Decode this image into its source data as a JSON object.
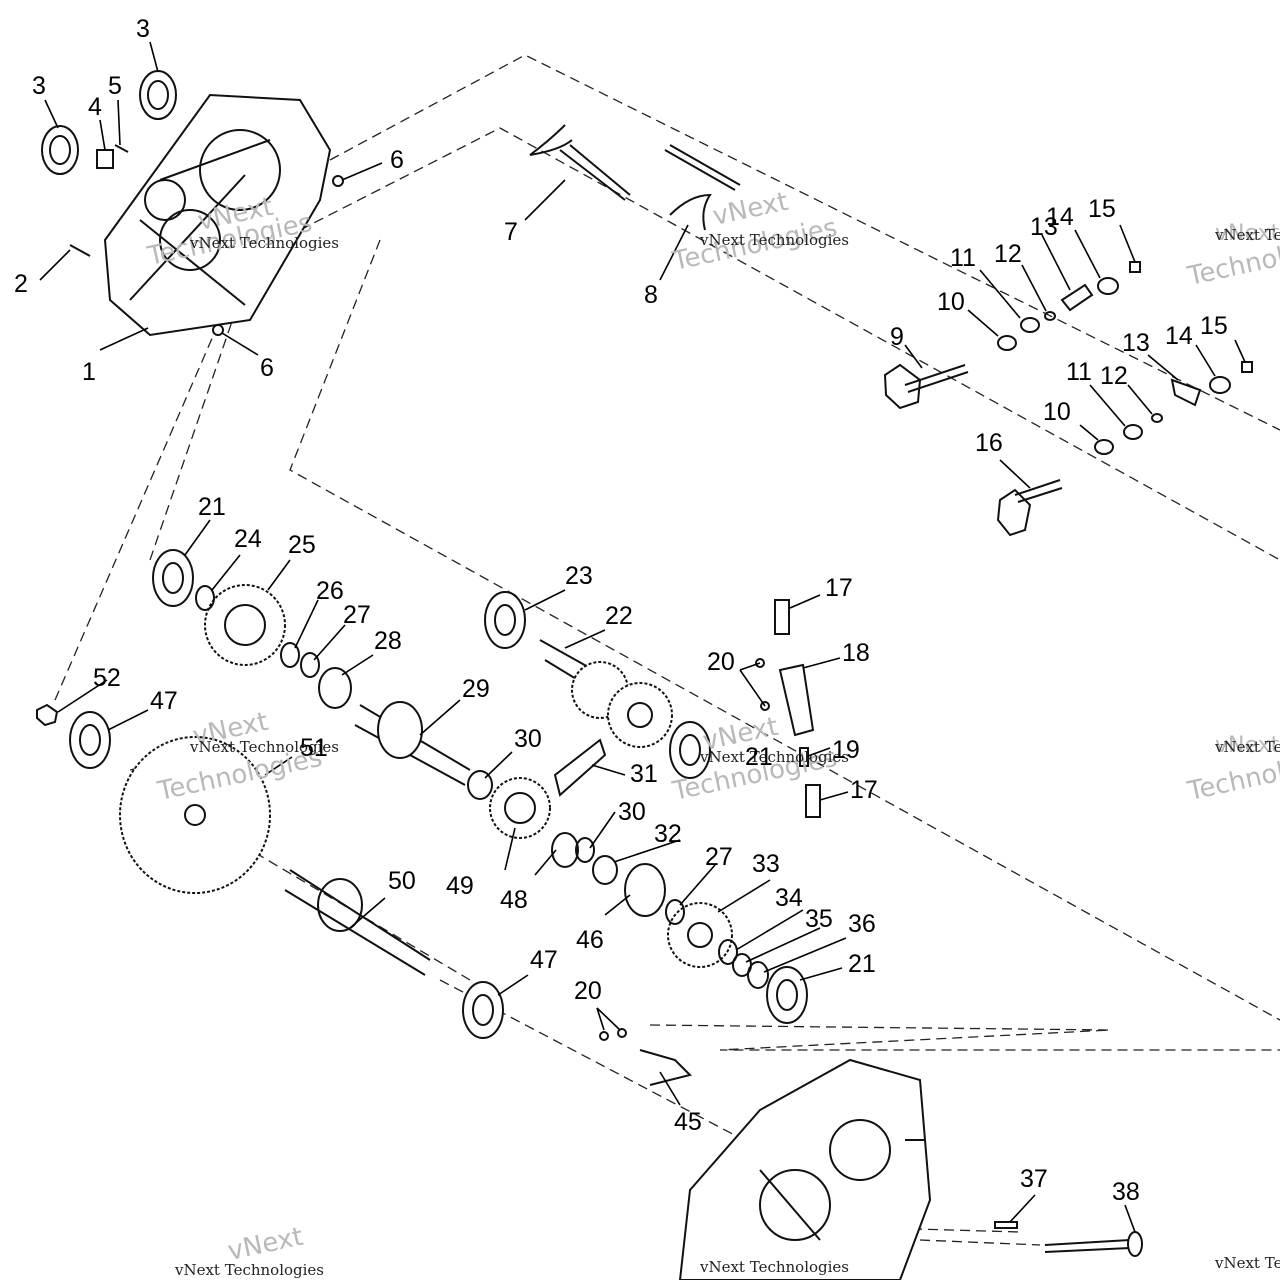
{
  "callouts": [
    {
      "id": "1",
      "text": "1"
    },
    {
      "id": "2",
      "text": "2"
    },
    {
      "id": "3a",
      "text": "3"
    },
    {
      "id": "3b",
      "text": "3"
    },
    {
      "id": "4",
      "text": "4"
    },
    {
      "id": "5",
      "text": "5"
    },
    {
      "id": "6a",
      "text": "6"
    },
    {
      "id": "6b",
      "text": "6"
    },
    {
      "id": "7",
      "text": "7"
    },
    {
      "id": "8",
      "text": "8"
    },
    {
      "id": "9",
      "text": "9"
    },
    {
      "id": "10a",
      "text": "10"
    },
    {
      "id": "10b",
      "text": "10"
    },
    {
      "id": "11a",
      "text": "11"
    },
    {
      "id": "11b",
      "text": "11"
    },
    {
      "id": "12a",
      "text": "12"
    },
    {
      "id": "12b",
      "text": "12"
    },
    {
      "id": "13a",
      "text": "13"
    },
    {
      "id": "13b",
      "text": "13"
    },
    {
      "id": "14a",
      "text": "14"
    },
    {
      "id": "14b",
      "text": "14"
    },
    {
      "id": "15a",
      "text": "15"
    },
    {
      "id": "15b",
      "text": "15"
    },
    {
      "id": "16",
      "text": "16"
    },
    {
      "id": "17a",
      "text": "17"
    },
    {
      "id": "17b",
      "text": "17"
    },
    {
      "id": "18",
      "text": "18"
    },
    {
      "id": "19",
      "text": "19"
    },
    {
      "id": "20a",
      "text": "20"
    },
    {
      "id": "20b",
      "text": "20"
    },
    {
      "id": "21a",
      "text": "21"
    },
    {
      "id": "21b",
      "text": "21"
    },
    {
      "id": "21c",
      "text": "21"
    },
    {
      "id": "22",
      "text": "22"
    },
    {
      "id": "23",
      "text": "23"
    },
    {
      "id": "24",
      "text": "24"
    },
    {
      "id": "25",
      "text": "25"
    },
    {
      "id": "26",
      "text": "26"
    },
    {
      "id": "27a",
      "text": "27"
    },
    {
      "id": "27b",
      "text": "27"
    },
    {
      "id": "28",
      "text": "28"
    },
    {
      "id": "29",
      "text": "29"
    },
    {
      "id": "30a",
      "text": "30"
    },
    {
      "id": "30b",
      "text": "30"
    },
    {
      "id": "31",
      "text": "31"
    },
    {
      "id": "32",
      "text": "32"
    },
    {
      "id": "33",
      "text": "33"
    },
    {
      "id": "34",
      "text": "34"
    },
    {
      "id": "35",
      "text": "35"
    },
    {
      "id": "36",
      "text": "36"
    },
    {
      "id": "37",
      "text": "37"
    },
    {
      "id": "38",
      "text": "38"
    },
    {
      "id": "45",
      "text": "45"
    },
    {
      "id": "46",
      "text": "46"
    },
    {
      "id": "47a",
      "text": "47"
    },
    {
      "id": "47b",
      "text": "47"
    },
    {
      "id": "48",
      "text": "48"
    },
    {
      "id": "49",
      "text": "49"
    },
    {
      "id": "50",
      "text": "50"
    },
    {
      "id": "51",
      "text": "51"
    },
    {
      "id": "52",
      "text": "52"
    }
  ],
  "watermark": {
    "line1": "vNext",
    "line2": "Technologies",
    "small": "vNext Technologies"
  },
  "colors": {
    "line": "#111111",
    "watermark": "#b9b9b9",
    "background": "#ffffff"
  }
}
